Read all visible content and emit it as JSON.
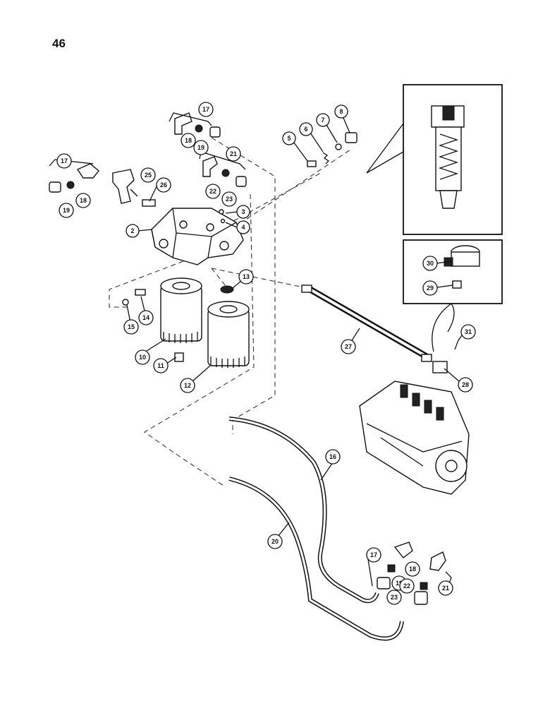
{
  "page_number": "46",
  "callouts": [
    "2",
    "3",
    "4",
    "5",
    "6",
    "7",
    "8",
    "10",
    "11",
    "12",
    "13",
    "14",
    "15",
    "16",
    "17",
    "18",
    "19",
    "20",
    "21",
    "22",
    "23",
    "25",
    "26",
    "27",
    "28",
    "29",
    "30",
    "31"
  ],
  "repeat_callouts": {
    "c17b": "17",
    "c18b": "18",
    "c19b": "19",
    "c17c": "17",
    "c18c": "18",
    "c19c": "19",
    "c21b": "21",
    "c22b": "22",
    "c23b": "23"
  }
}
